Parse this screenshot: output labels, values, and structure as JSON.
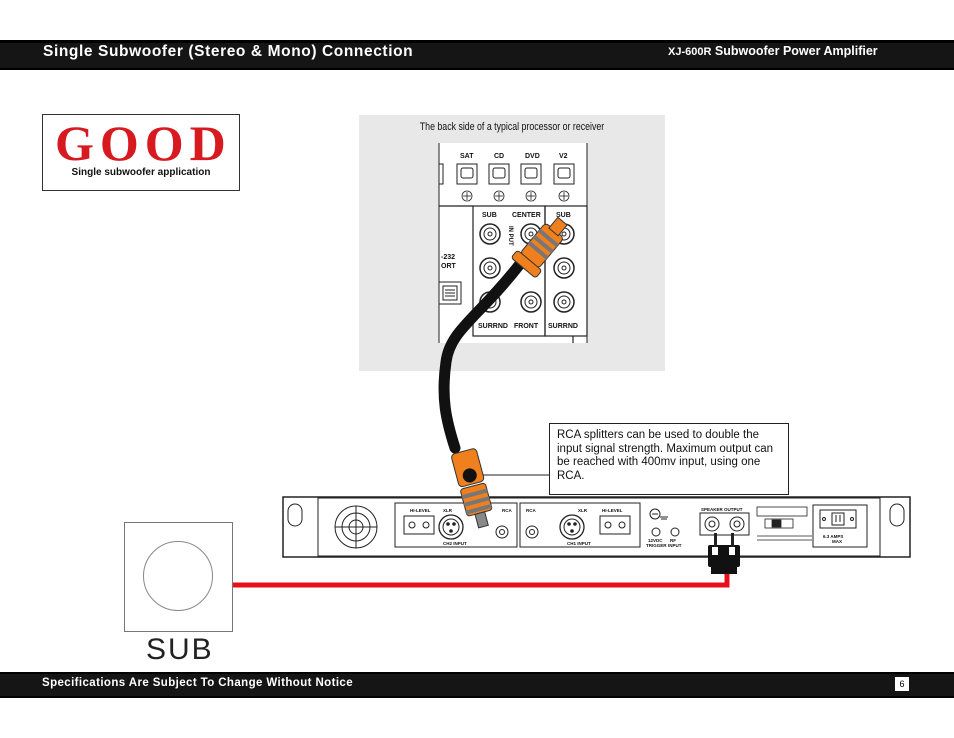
{
  "header": {
    "title": "Single Subwoofer (Stereo & Mono) Connection",
    "model": "XJ-600R",
    "product": "Subwoofer Power Amplifier"
  },
  "good_badge": {
    "word": "GOOD",
    "caption": "Single subwoofer application"
  },
  "receiver_panel": {
    "caption": "The back side of a typical processor or receiver",
    "top_labels": [
      "SAT",
      "CD",
      "DVD",
      "V2"
    ],
    "port_labels": [
      "-232",
      "ORT"
    ],
    "sub_labels": [
      "SUB",
      "CENTER",
      "SUB"
    ],
    "vertical_label": "IN PUT",
    "bottom_labels": [
      "SURRND",
      "FRONT",
      "SURRND"
    ]
  },
  "callout": {
    "text": "RCA splitters can be used to double the input signal strength. Maximum output can be reached with 400mv input, using one RCA."
  },
  "amplifier_panel": {
    "ch2": [
      "HI-LEVEL",
      "XLR",
      "RCA",
      "CH2 INPUT"
    ],
    "ch1": [
      "RCA",
      "XLR",
      "HI-LEVEL",
      "CH1 INPUT"
    ],
    "trigger": [
      "12VDC",
      "TRIGGER"
    ],
    "input": [
      "RF",
      "INPUT"
    ],
    "speaker_output": "SPEAKER OUTPUT",
    "fuse": [
      "6.3 AMPS",
      "MAX"
    ]
  },
  "subwoofer": {
    "label": "SUB"
  },
  "footer": {
    "notice": "Specifications Are Subject To Change Without Notice",
    "page": "6"
  },
  "colors": {
    "brand_red": "#d71920",
    "cable_red": "#e8101a",
    "rca_orange": "#f07f1d",
    "bar": "#151515"
  }
}
